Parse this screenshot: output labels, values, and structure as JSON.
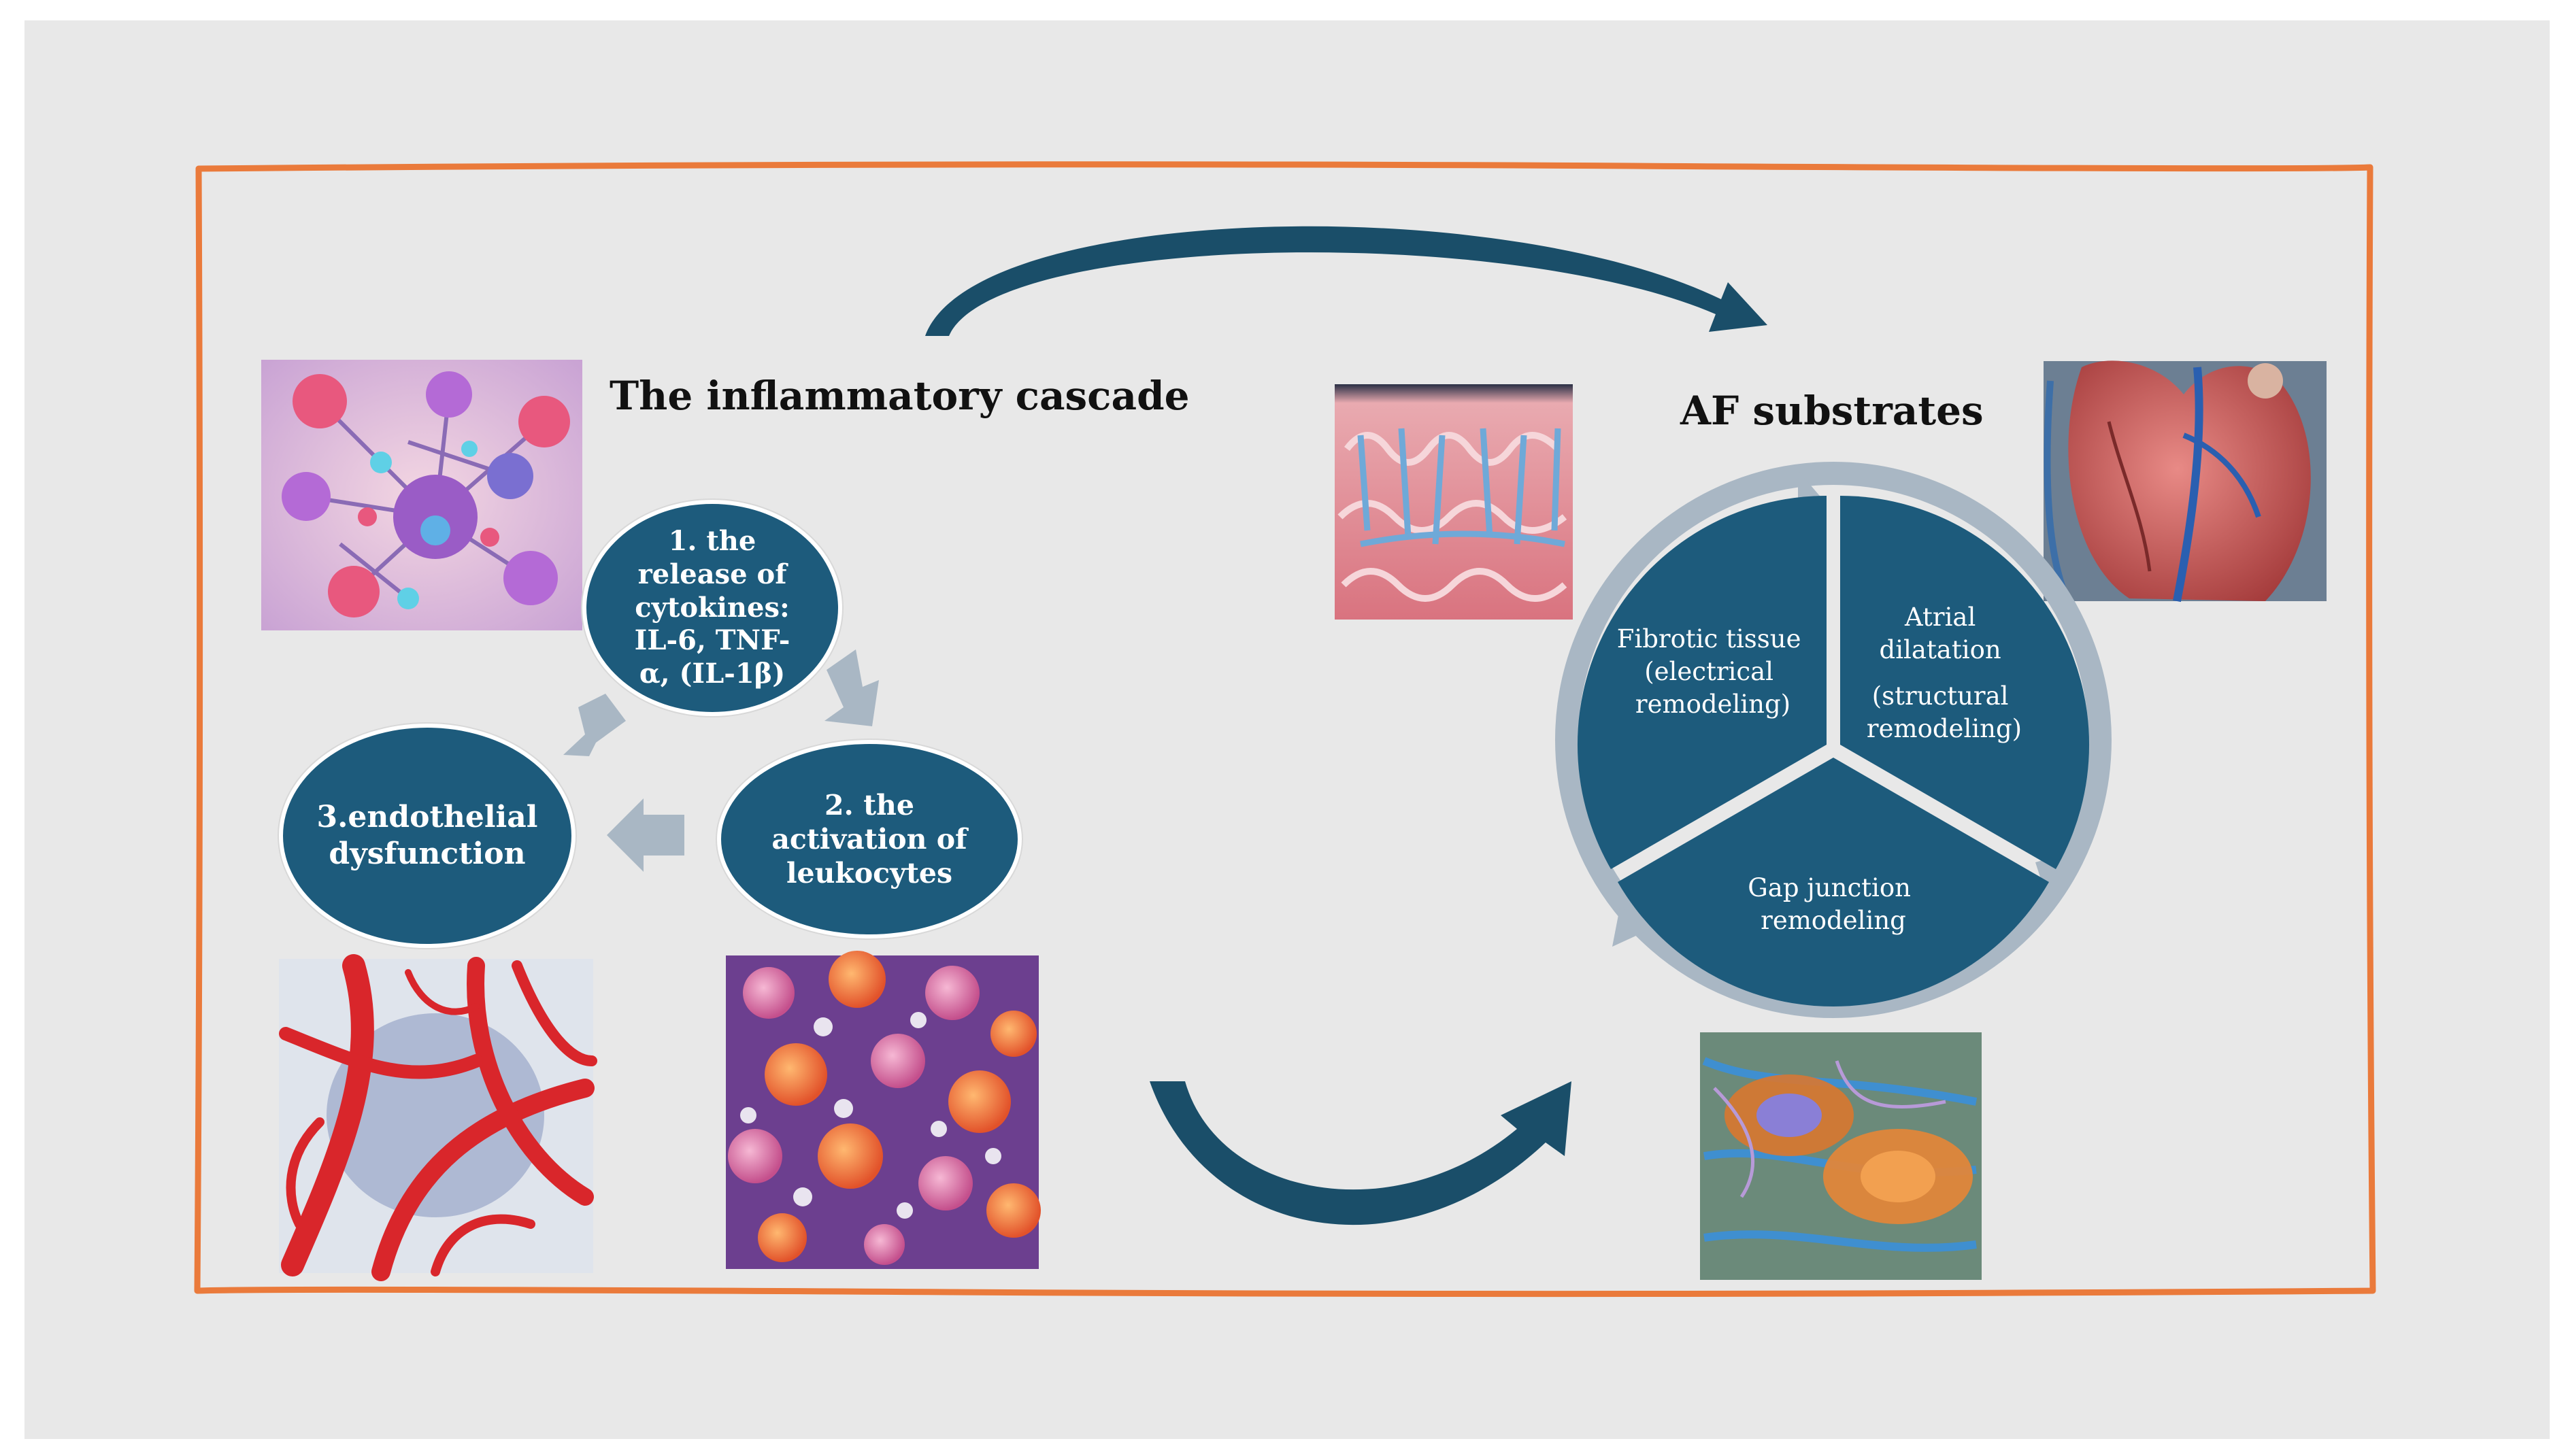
{
  "diagram": {
    "left_title": "The  inflammatory cascade",
    "right_title": "AF substrates",
    "steps": [
      "1. the\nrelease of\ncytokines:\nIL-6, TNF-\nα, (IL-1β)",
      "2. the\nactivation of\nleukocytes",
      "3.endothelial\ndysfunction"
    ],
    "substrates": {
      "fibrotic": [
        "Fibrotic tissue",
        "(electrical",
        "remodeling)"
      ],
      "atrial": [
        "Atrial",
        "dilatation",
        "(structural",
        "remodeling)"
      ],
      "gap": [
        "Gap junction",
        "remodeling"
      ]
    },
    "images": [
      "cytokine-network-illustration",
      "atrial-tissue-illustration",
      "heart-illustration",
      "blood-vessel-network-illustration",
      "leukocyte-cells-illustration",
      "gap-junction-cells-illustration"
    ],
    "colors": {
      "frame": "#ea7a3b",
      "panel": "#e8e8e8",
      "node": "#1d5b7c",
      "arrow": "#1a4e69",
      "ring": "#a9b7c4"
    }
  }
}
